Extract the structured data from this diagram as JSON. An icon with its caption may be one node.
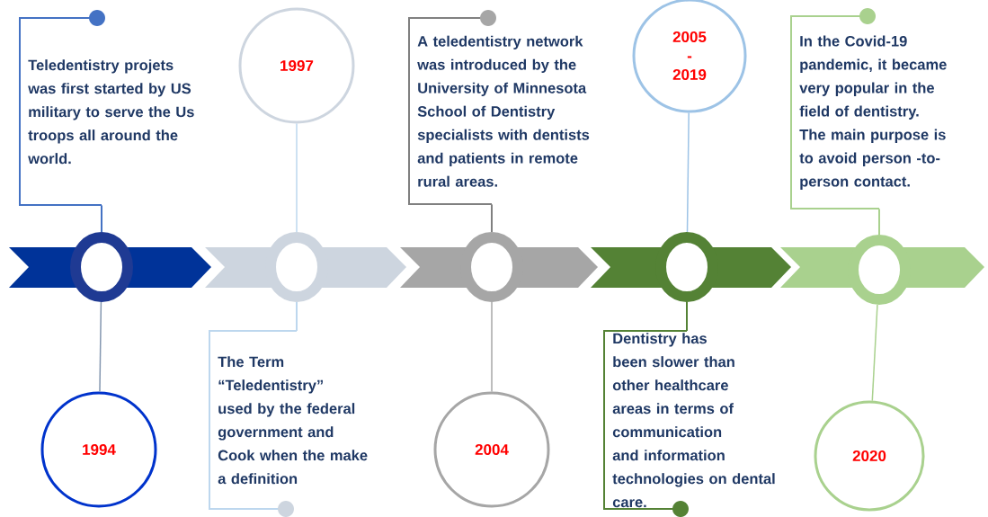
{
  "diagram": {
    "nodes": [
      {
        "text": [
          "1994"
        ]
      },
      {
        "text": [
          "Teledentistry projets was first started by US military to serve the Us troops all around the world."
        ]
      },
      {
        "text": [],
        "shape": "circle"
      },
      {
        "text": [
          "1997"
        ]
      },
      {
        "text": [
          "The Term “Teledentistry” used by the federal government and Cook when the make a definition"
        ]
      },
      {
        "text": [],
        "shape": "circle"
      },
      {
        "text": [
          "2004"
        ]
      },
      {
        "text": [
          "A teledentistry network was introduced by the University of Minnesota School of Dentistry specialists with dentists and patients in remote rural areas."
        ]
      },
      {
        "text": [],
        "shape": "circle"
      },
      {
        "text": [
          "2005 - 2019"
        ]
      },
      {
        "text": [
          "Dentistry has been slower than other healthcare areas in terms of communication and information technologies on dental care."
        ]
      },
      {
        "text": [],
        "shape": "circle"
      },
      {
        "text": [
          "2020"
        ]
      },
      {
        "text": [
          "In the Covid-19 pandemic, it became very popular in the field of dentistry. The main purpose is to avoid person -to- person contact."
        ]
      },
      {
        "text": [],
        "shape": "circle"
      }
    ],
    "edges": [
      {
        "from": 0,
        "to": 2,
        "arrow": "none",
        "color": "#8497b0"
      },
      {
        "from": 1,
        "to": 2,
        "arrow": "none",
        "color": "#4472c4"
      },
      {
        "from": 3,
        "to": 5,
        "arrow": "none",
        "color": "#bdd7ee"
      },
      {
        "from": 4,
        "to": 5,
        "arrow": "none",
        "color": "#bdd7ee"
      },
      {
        "from": 6,
        "to": 8,
        "arrow": "none",
        "color": "#a6a6a6"
      },
      {
        "from": 7,
        "to": 8,
        "arrow": "none",
        "color": "#808080"
      },
      {
        "from": 9,
        "to": 11,
        "arrow": "none",
        "color": "#9dc3e6"
      },
      {
        "from": 10,
        "to": 11,
        "arrow": "none",
        "color": "#548235"
      },
      {
        "from": 12,
        "to": 14,
        "arrow": "none",
        "color": "#a9d18e"
      },
      {
        "from": 13,
        "to": 14,
        "arrow": "none",
        "color": "#a9d18e"
      }
    ]
  }
}
